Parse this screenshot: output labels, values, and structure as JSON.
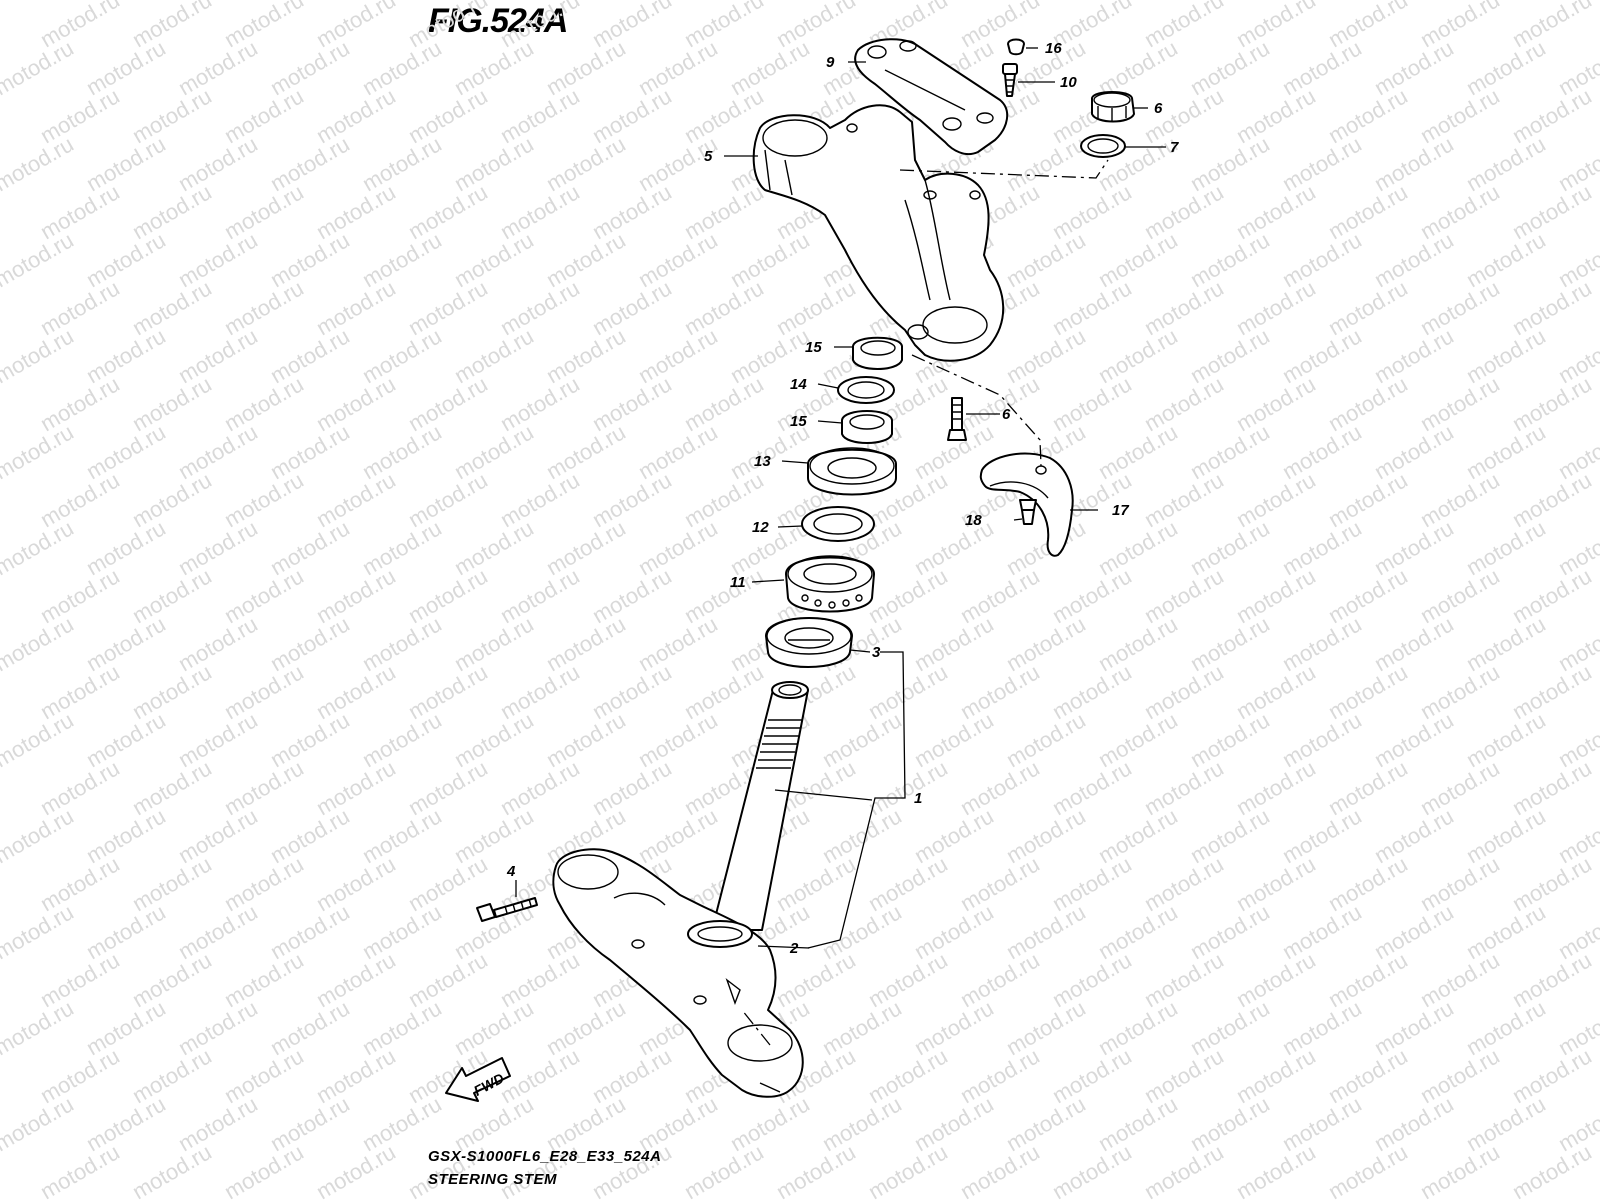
{
  "figure": {
    "title": "FIG.524A",
    "model_code": "GSX-S1000FL6_E28_E33_524A",
    "caption": "STEERING STEM",
    "direction_label": "FWD",
    "watermark": "motod.ru"
  },
  "callouts": {
    "c1": "1",
    "c2": "2",
    "c3": "3",
    "c4": "4",
    "c5": "5",
    "c6a": "6",
    "c6b": "6",
    "c7": "7",
    "c9": "9",
    "c10": "10",
    "c11": "11",
    "c12": "12",
    "c13": "13",
    "c14": "14",
    "c15a": "15",
    "c15b": "15",
    "c16": "16",
    "c17": "17",
    "c18": "18"
  },
  "colors": {
    "line": "#000000",
    "watermark": "#d9d9d9",
    "background": "#ffffff"
  }
}
